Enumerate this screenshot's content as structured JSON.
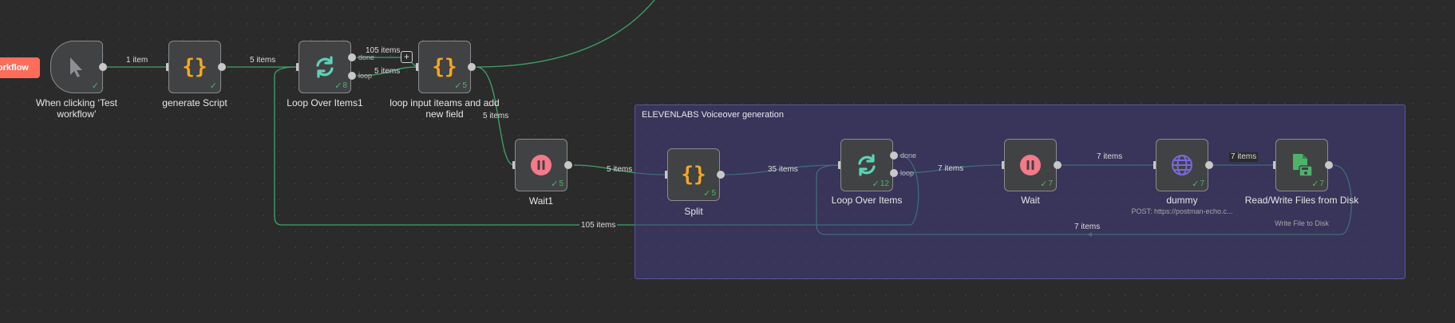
{
  "execute_button": {
    "label": "orkflow"
  },
  "group": {
    "title": "ELEVENLABS Voiceover generation"
  },
  "nodes": {
    "trigger": {
      "label": "When clicking ‘Test workflow’",
      "icon": "cursor-icon",
      "count": ""
    },
    "generate_script": {
      "label": "generate Script",
      "icon": "code-braces-icon",
      "count": ""
    },
    "loop1": {
      "label": "Loop Over Items1",
      "icon": "loop-icon",
      "count": "8",
      "port_done": "done",
      "port_loop": "loop"
    },
    "loop_input": {
      "label": "loop input iteams and add new field",
      "icon": "code-braces-icon",
      "count": "5"
    },
    "wait1": {
      "label": "Wait1",
      "icon": "pause-icon",
      "count": "5"
    },
    "split": {
      "label": "Split",
      "icon": "code-braces-icon",
      "count": "5"
    },
    "loop2": {
      "label": "Loop Over Items",
      "icon": "loop-icon",
      "count": "12",
      "port_done": "done",
      "port_loop": "loop"
    },
    "wait": {
      "label": "Wait",
      "icon": "pause-icon",
      "count": "7"
    },
    "dummy": {
      "label": "dummy",
      "subtitle": "POST: https://postman-echo.c...",
      "icon": "globe-icon",
      "count": "7"
    },
    "rw_files": {
      "label": "Read/Write Files from Disk",
      "subtitle": "Write File to Disk",
      "icon": "file-disk-icon",
      "count": "7"
    }
  },
  "edges": {
    "trigger_to_generate": "1 item",
    "generate_to_loop1": "5 items",
    "loop1_done": "105 items",
    "loop1_loop": "5 items",
    "loop_input_to_wait1": "5 items",
    "wait1_to_split": "5 items",
    "split_to_loop2": "35 items",
    "loop2_loop_to_wait": "7 items",
    "wait_to_dummy": "7 items",
    "dummy_to_rw": "7 items",
    "rw_back_to_loop2": "7 items",
    "loop2_done_back": "105 items"
  },
  "colors": {
    "canvas": "#2b2b2b",
    "edge": "#3ea46d",
    "success": "#4db36a",
    "code_icon": "#f5a623",
    "loop_icon": "#5fd1b8",
    "pause_icon": "#f57989",
    "globe_icon": "#7b68d9",
    "file_icon": "#4db36a",
    "execute_button": "#ff6d5a",
    "group_fill": "#443c82"
  }
}
